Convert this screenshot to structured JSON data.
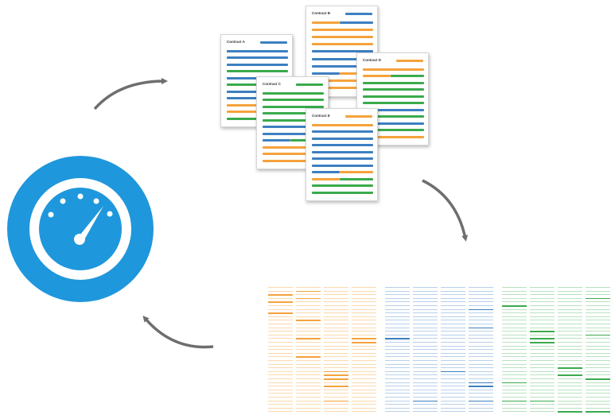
{
  "colors": {
    "blue": "#3d7fc1",
    "orange": "#f5a23c",
    "green": "#3aaa4c",
    "light_blue": "#b8d0ea",
    "light_orange": "#fbd9ad",
    "light_green": "#b9e2bf",
    "arrow": "#6e6e6e",
    "gauge": "#1f97dc",
    "white": "#ffffff"
  },
  "icons": {
    "gauge": "speedometer-icon",
    "arrow": "curved-arrow-icon"
  },
  "documents": [
    {
      "name": "contract-a",
      "title": "Contract A",
      "header_bar": "blue",
      "lines": [
        "blue",
        "blue",
        "blue",
        "green",
        "blue",
        "green",
        "blue",
        "blue",
        "orange",
        "orange",
        "green"
      ]
    },
    {
      "name": "contract-b",
      "title": "Contract B",
      "header_bar": "blue",
      "lines": [
        [
          "orange",
          "blue"
        ],
        "orange",
        "orange",
        "orange",
        "blue",
        "blue",
        "blue",
        [
          "blue",
          "orange"
        ],
        "orange",
        "orange"
      ]
    },
    {
      "name": "contract-d",
      "title": "Contract D",
      "header_bar": "orange",
      "lines": [
        "orange",
        [
          "orange",
          "green"
        ],
        "green",
        "green",
        "green",
        "green",
        "blue",
        "green",
        "blue",
        "green",
        "orange"
      ]
    },
    {
      "name": "contract-c",
      "title": "Contract C",
      "header_bar": "green",
      "lines": [
        "green",
        "green",
        "green",
        "green",
        "green",
        "blue",
        "blue",
        [
          "blue",
          "green"
        ],
        "orange",
        "orange",
        "orange"
      ]
    },
    {
      "name": "contract-e",
      "title": "Contract E",
      "header_bar": "orange",
      "lines": [
        "orange",
        "blue",
        "blue",
        "blue",
        "blue",
        "blue",
        "blue",
        [
          "blue",
          "orange"
        ],
        [
          "orange",
          "green"
        ],
        "green",
        "green"
      ]
    }
  ],
  "grids": [
    {
      "name": "orange-grid",
      "color": "light_orange",
      "highlight": "orange",
      "highlights": [
        [
          0,
          2
        ],
        [
          0,
          4
        ],
        [
          0,
          7
        ],
        [
          1,
          1
        ],
        [
          1,
          3
        ],
        [
          1,
          9
        ],
        [
          1,
          14
        ],
        [
          1,
          19
        ],
        [
          2,
          23
        ],
        [
          2,
          24
        ],
        [
          2,
          25
        ],
        [
          2,
          27
        ],
        [
          2,
          31
        ],
        [
          3,
          14
        ],
        [
          3,
          15
        ]
      ]
    },
    {
      "name": "blue-grid",
      "color": "light_blue",
      "highlight": "blue",
      "highlights": [
        [
          0,
          14
        ],
        [
          2,
          23
        ],
        [
          3,
          6
        ],
        [
          3,
          11
        ],
        [
          3,
          26
        ],
        [
          3,
          27
        ],
        [
          3,
          31
        ],
        [
          1,
          31
        ]
      ]
    },
    {
      "name": "green-grid",
      "color": "light_green",
      "highlight": "green",
      "highlights": [
        [
          0,
          5
        ],
        [
          0,
          26
        ],
        [
          1,
          12
        ],
        [
          1,
          14
        ],
        [
          1,
          15
        ],
        [
          1,
          31
        ],
        [
          2,
          22
        ],
        [
          2,
          24
        ],
        [
          3,
          3
        ],
        [
          3,
          13
        ],
        [
          3,
          25
        ],
        [
          3,
          34
        ],
        [
          2,
          34
        ],
        [
          0,
          31
        ]
      ]
    }
  ]
}
